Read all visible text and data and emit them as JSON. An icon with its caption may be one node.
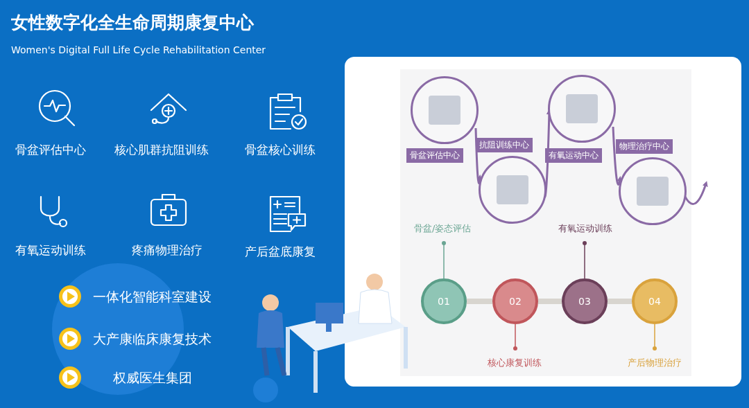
{
  "diagram": {
    "title": "女性数字化全生命周期康复中心",
    "nodes": [
      {
        "text": [
          "骨盆评估中心"
        ]
      },
      {
        "text": [
          "抗阻训练中心"
        ]
      },
      {
        "text": [
          "有氧运动中心"
        ]
      },
      {
        "text": [
          "物理治疗中心"
        ]
      },
      {
        "text": [
          "01"
        ]
      },
      {
        "text": [
          "02"
        ]
      },
      {
        "text": [
          "03"
        ]
      },
      {
        "text": [
          "04"
        ]
      },
      {
        "text": [
          "骨盆/姿态评估"
        ]
      },
      {
        "text": [
          "核心康复训练"
        ]
      },
      {
        "text": [
          "有氧运动训练"
        ]
      },
      {
        "text": [
          "产后物理治疗"
        ]
      }
    ],
    "edges": [
      {
        "from": 0,
        "to": 1,
        "arrow": "to"
      },
      {
        "from": 1,
        "to": 2,
        "arrow": "to"
      },
      {
        "from": 2,
        "to": 3,
        "arrow": "to"
      },
      {
        "from": 3,
        "to": null,
        "arrow": "to"
      },
      {
        "from": 4,
        "to": 5,
        "arrow": "none",
        "style": "thick",
        "color": "#d8d5cf"
      },
      {
        "from": 5,
        "to": 6,
        "arrow": "none",
        "style": "thick",
        "color": "#d8d5cf"
      },
      {
        "from": 6,
        "to": 7,
        "arrow": "none",
        "style": "thick",
        "color": "#d8d5cf"
      },
      {
        "from": 8,
        "to": 4,
        "arrow": "other",
        "color": "#6aa593"
      },
      {
        "from": 9,
        "to": 5,
        "arrow": "other",
        "color": "#c0565b"
      },
      {
        "from": 10,
        "to": 6,
        "arrow": "other",
        "color": "#6b3f59"
      },
      {
        "from": 11,
        "to": 7,
        "arrow": "other",
        "color": "#d9a23c"
      }
    ],
    "labels": [
      "Women's Digital Full Life Cycle Rehabilitation Center",
      "骨盆评估中心",
      "核心肌群抗阻训练",
      "骨盆核心训练",
      "有氧运动训练",
      "疼痛物理治疗",
      "产后盆底康复",
      "一体化智能科室建设",
      "大产康临床康复技术",
      "权威医生集团"
    ]
  }
}
